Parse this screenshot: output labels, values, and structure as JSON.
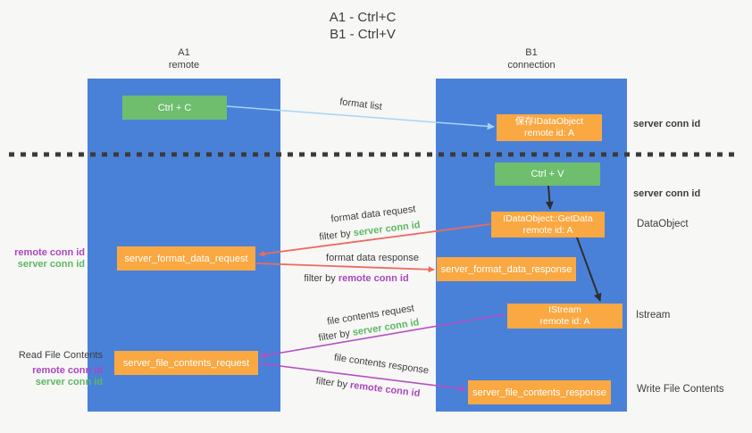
{
  "title": {
    "line1": "A1 - Ctrl+C",
    "line2": "B1 - Ctrl+V"
  },
  "colors": {
    "background": "#f7f7f6",
    "column_blue": "#4a81d8",
    "box_green": "#6ebe6e",
    "box_orange": "#faa842",
    "arrow_blue": "#a5d5f5",
    "arrow_red": "#ee6a5f",
    "arrow_purple": "#b44fc3",
    "arrow_black": "#2e2e2e",
    "text_green": "#5cb860",
    "text_purple": "#ab47bc",
    "text_dark": "#3d3d3d",
    "dotted_line": "#3b3b3b"
  },
  "lanes": {
    "left": {
      "name": "A1",
      "role": "remote"
    },
    "right": {
      "name": "B1",
      "role": "connection"
    }
  },
  "nodes": {
    "ctrl_c": {
      "label": "Ctrl + C"
    },
    "ctrl_v": {
      "label": "Ctrl + V"
    },
    "save_dataobject": {
      "line1": "保存IDataObject",
      "line2": "remote id: A"
    },
    "getdata": {
      "line1": "IDataObject::GetData",
      "line2": "remote id: A"
    },
    "istream": {
      "line1": "IStream",
      "line2": "remote id: A"
    },
    "format_request": {
      "label": "server_format_data_request"
    },
    "format_response": {
      "label": "server_format_data_response"
    },
    "file_request": {
      "label": "server_file_contents_request"
    },
    "file_response": {
      "label": "server_file_contents_response"
    }
  },
  "flow_labels": {
    "format_list": "format list",
    "format_data_request": "format data request",
    "format_data_response": "format data response",
    "file_contents_request": "file contents request",
    "file_contents_response": "file contents response",
    "filter_by": "filter by",
    "server_conn_id": "server conn id",
    "remote_conn_id": "remote conn id"
  },
  "annotations": {
    "left_mid": {
      "remote": "remote conn id",
      "server": "server conn id"
    },
    "left_bottom": {
      "title": "Read File Contents",
      "remote": "remote conn id",
      "server": "server conn id"
    },
    "right": {
      "conn1": "server conn id",
      "conn2": "server conn id",
      "dataobject": "DataObject",
      "istream": "Istream",
      "write": "Write File Contents"
    }
  }
}
